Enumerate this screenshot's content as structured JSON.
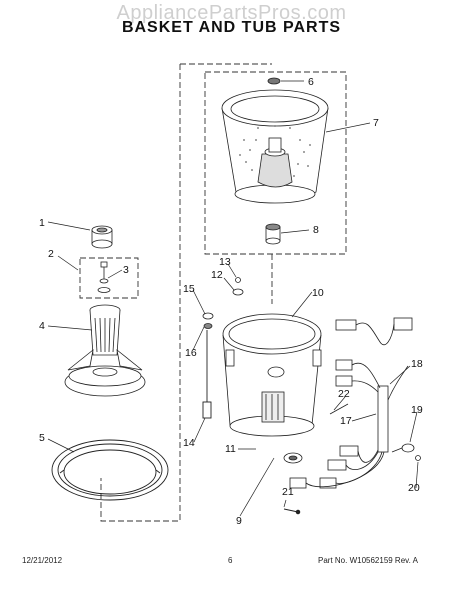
{
  "watermark": "AppliancePartsPros.com",
  "title": "BASKET AND TUB PARTS",
  "footer": {
    "date": "12/21/2012",
    "page": "6",
    "part_info": "Part No. W10562159  Rev. A"
  },
  "callouts": [
    "1",
    "2",
    "3",
    "4",
    "5",
    "6",
    "7",
    "8",
    "9",
    "10",
    "11",
    "12",
    "13",
    "14",
    "15",
    "16",
    "17",
    "18",
    "19",
    "20",
    "21",
    "22"
  ],
  "colors": {
    "line": "#222222",
    "watermark": "#cfcfcf"
  }
}
